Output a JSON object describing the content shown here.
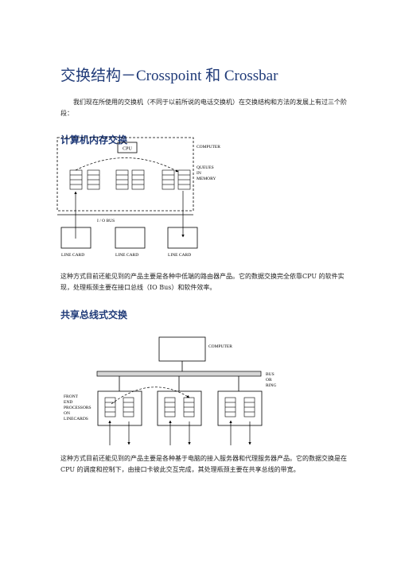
{
  "title": "交换结构－Crosspoint 和 Crossbar",
  "intro": "我们现在所使用的交换机（不同于以前所说的电话交换机）在交换结构和方法的发展上有过三个阶段：",
  "section1": {
    "heading": "计算机内存交换",
    "diagram": {
      "cpu_label": "CPU",
      "computer_label": "COMPUTER",
      "queues_label_1": "QUEUES",
      "queues_label_2": "IN",
      "queues_label_3": "MEMORY",
      "io_bus_label": "I / O BUS",
      "line_card_1": "LINE CARD",
      "line_card_2": "LINE CARD",
      "line_card_3": "LINE CARD"
    },
    "description": "这种方式目前还能见到的产品主要是各种中低端的路由器产品。它的数据交换完全依靠CPU 的软件实现，处理瓶颈主要在接口总线（IO Bus）和软件效率。"
  },
  "section2": {
    "heading": "共享总线式交换",
    "diagram": {
      "computer_label": "COMPUTER",
      "bus_label_1": "BUS",
      "bus_label_2": "OR",
      "bus_label_3": "RING",
      "fep_label_1": "FRONT",
      "fep_label_2": "END",
      "fep_label_3": "PROCESSORS",
      "fep_label_4": "ON",
      "fep_label_5": "LINECARDS"
    },
    "description": "这种方式目前还能见到的产品主要是各种基于电脑的接入服务器和代理服务器产品。它的数据交换是在 CPU 的调度和控制下，由接口卡彼此交互完成，其处理瓶颈主要在共享总线的带宽。"
  }
}
